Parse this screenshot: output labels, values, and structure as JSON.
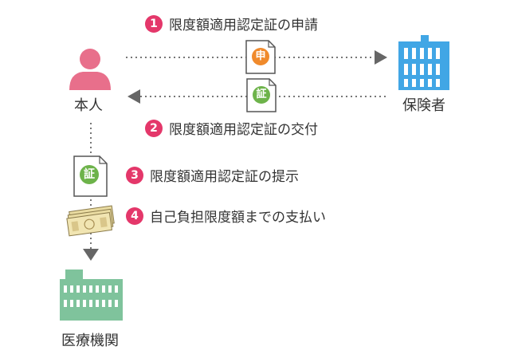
{
  "person": {
    "label": "本人",
    "icon": "person-icon",
    "color": "#e86f8b"
  },
  "insurer": {
    "label": "保険者",
    "icon": "building-icon",
    "color": "#41a6e5"
  },
  "hospital": {
    "label": "医療機関",
    "icon": "hospital-building-icon",
    "color": "#7fc39c"
  },
  "steps": [
    {
      "num": "1",
      "text": "限度額適用認定証の申請"
    },
    {
      "num": "2",
      "text": "限度額適用認定証の交付"
    },
    {
      "num": "3",
      "text": "限度額適用認定証の提示"
    },
    {
      "num": "4",
      "text": "自己負担限度額までの支払い"
    }
  ],
  "docs": {
    "application": {
      "badge": "申",
      "color": "#f08a2c",
      "icon": "document-icon"
    },
    "certificate": {
      "badge": "証",
      "color": "#6db34a",
      "icon": "document-icon"
    }
  },
  "payment": {
    "icon": "banknotes-icon",
    "color": "#e8d8a0"
  },
  "colors": {
    "accent": "#e4376a",
    "arrow": "#666666"
  }
}
